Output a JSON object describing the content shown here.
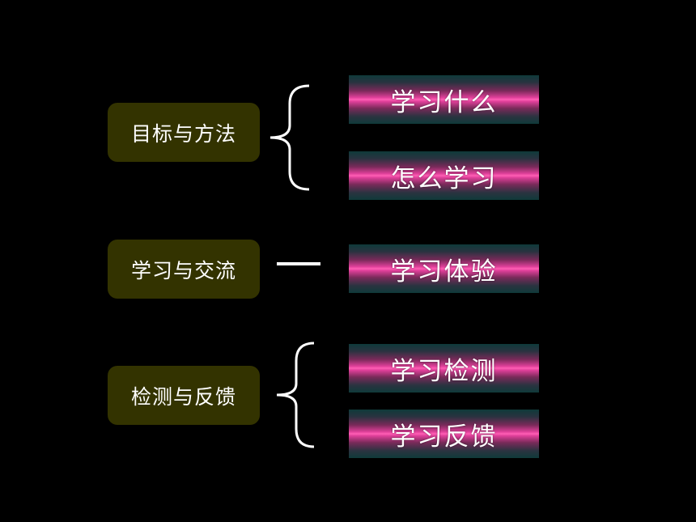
{
  "groups": [
    {
      "label": "目标与方法",
      "items": [
        "学习什么",
        "怎么学习"
      ],
      "connector": "brace"
    },
    {
      "label": "学习与交流",
      "items": [
        "学习体验"
      ],
      "connector": "line"
    },
    {
      "label": "检测与反馈",
      "items": [
        "学习检测",
        "学习反馈"
      ],
      "connector": "brace"
    }
  ],
  "colors": {
    "background": "#000000",
    "left_box": "#333300",
    "bar_highlight": "#ff5fb5",
    "bar_edge": "#0f3a3a",
    "text": "#ffffff"
  }
}
